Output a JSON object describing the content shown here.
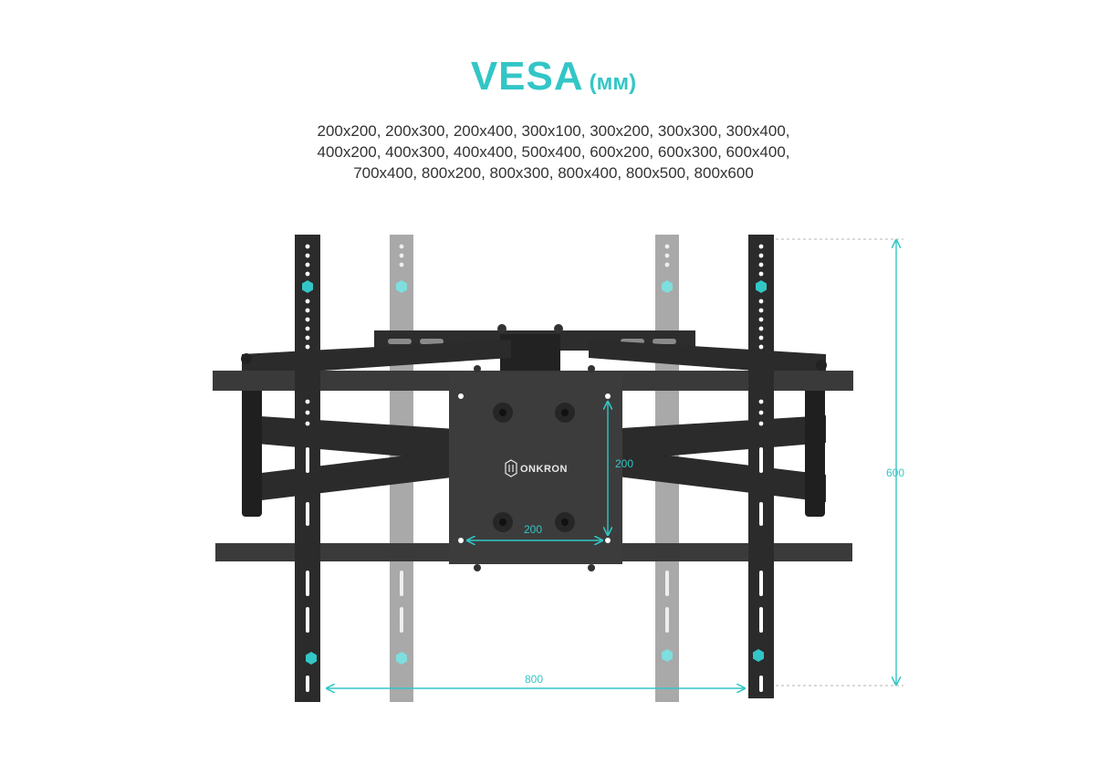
{
  "title": {
    "main": "VESA",
    "unit": "(мм)"
  },
  "sizes_lines": [
    "200x200, 200x300, 200x400, 300x100, 300x200, 300x300, 300x400,",
    "400x200, 400x300, 400x400, 500x400, 600x200, 600x300, 600x400,",
    "700x400, 800x200, 800x300, 800x400, 800x500, 800x600"
  ],
  "brand": "ONKRON",
  "dimensions": {
    "plate_width": "200",
    "plate_height": "200",
    "max_width": "800",
    "max_height": "600"
  },
  "colors": {
    "accent": "#33c6c6",
    "mount_dark": "#2c2c2c",
    "rail_light": "#a8a8a8",
    "text": "#333333"
  }
}
